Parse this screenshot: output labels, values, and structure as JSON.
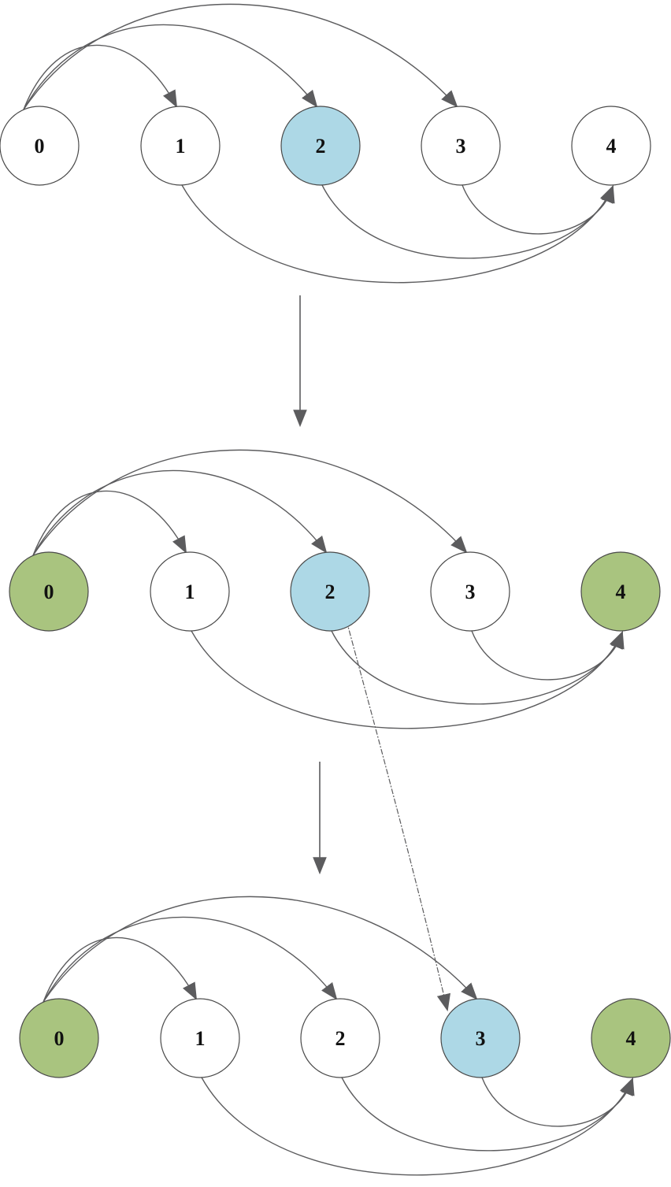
{
  "colors": {
    "default_fill": "#ffffff",
    "current_fill": "#add8e6",
    "visited_fill": "#a9c47f",
    "edge": "#5c5c5e",
    "node_stroke": "#4a4a4a"
  },
  "panels": [
    {
      "nodes": [
        {
          "id": "0",
          "label": "0",
          "state": "default"
        },
        {
          "id": "1",
          "label": "1",
          "state": "default"
        },
        {
          "id": "2",
          "label": "2",
          "state": "current"
        },
        {
          "id": "3",
          "label": "3",
          "state": "default"
        },
        {
          "id": "4",
          "label": "4",
          "state": "default"
        }
      ],
      "edges": [
        [
          "0",
          "1"
        ],
        [
          "0",
          "2"
        ],
        [
          "0",
          "3"
        ],
        [
          "1",
          "4"
        ],
        [
          "2",
          "4"
        ],
        [
          "3",
          "4"
        ]
      ]
    },
    {
      "nodes": [
        {
          "id": "0",
          "label": "0",
          "state": "visited"
        },
        {
          "id": "1",
          "label": "1",
          "state": "default"
        },
        {
          "id": "2",
          "label": "2",
          "state": "current"
        },
        {
          "id": "3",
          "label": "3",
          "state": "default"
        },
        {
          "id": "4",
          "label": "4",
          "state": "visited"
        }
      ],
      "edges": [
        [
          "0",
          "1"
        ],
        [
          "0",
          "2"
        ],
        [
          "0",
          "3"
        ],
        [
          "1",
          "4"
        ],
        [
          "2",
          "4"
        ],
        [
          "3",
          "4"
        ]
      ]
    },
    {
      "nodes": [
        {
          "id": "0",
          "label": "0",
          "state": "visited"
        },
        {
          "id": "1",
          "label": "1",
          "state": "default"
        },
        {
          "id": "2",
          "label": "2",
          "state": "default"
        },
        {
          "id": "3",
          "label": "3",
          "state": "current"
        },
        {
          "id": "4",
          "label": "4",
          "state": "visited"
        }
      ],
      "edges": [
        [
          "0",
          "1"
        ],
        [
          "0",
          "2"
        ],
        [
          "0",
          "3"
        ],
        [
          "1",
          "4"
        ],
        [
          "2",
          "4"
        ],
        [
          "3",
          "4"
        ]
      ]
    }
  ],
  "transitions": [
    {
      "from_panel": 0,
      "to_panel": 1
    },
    {
      "from_panel": 1,
      "to_panel": 2
    }
  ],
  "move": {
    "from_panel": 1,
    "from_node": "2",
    "to_panel": 2,
    "to_node": "3",
    "style": "dash-dot"
  }
}
